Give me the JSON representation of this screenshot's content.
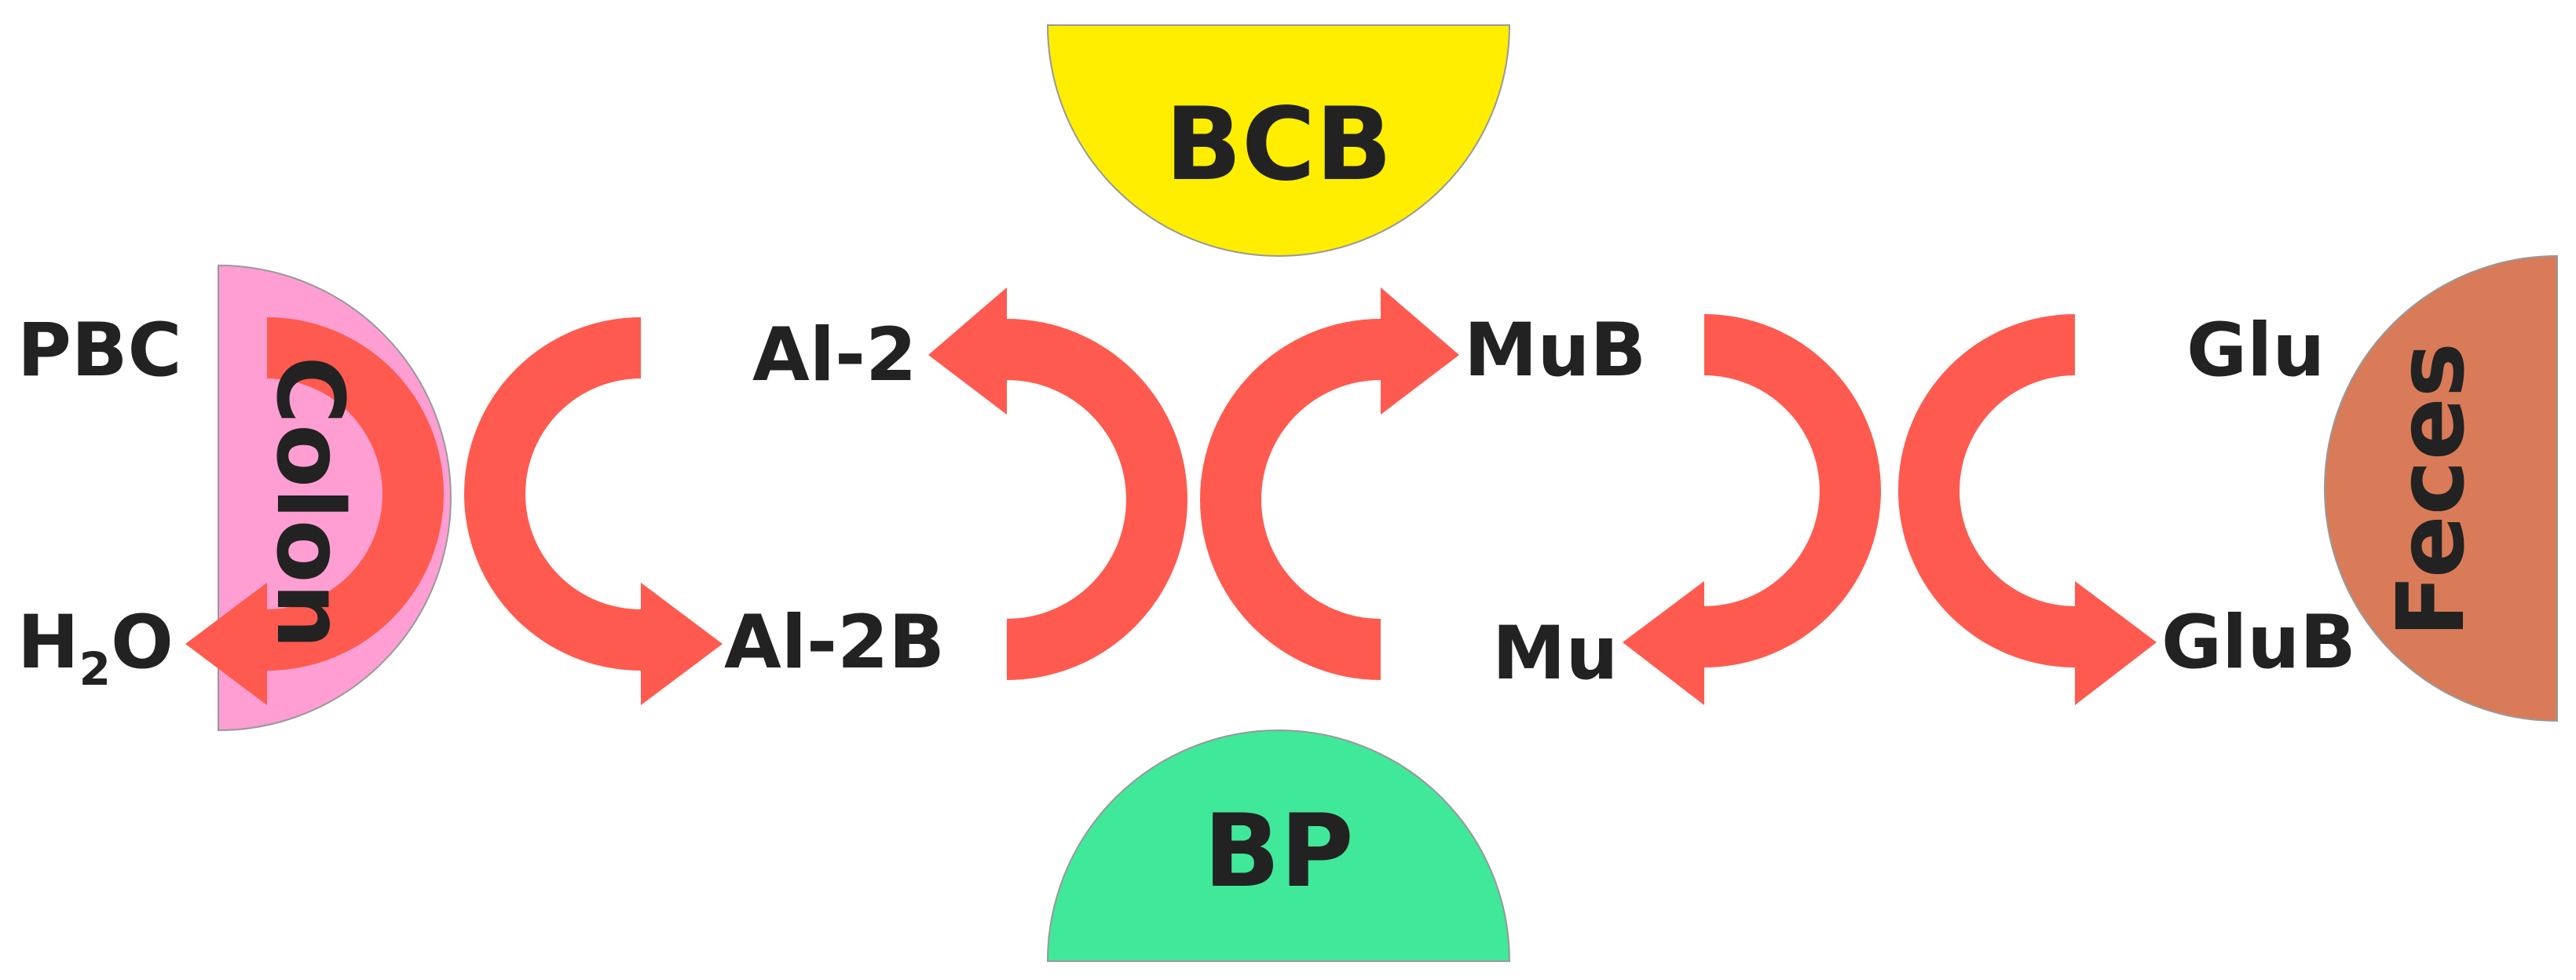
{
  "labels": {
    "bcb": "BCB",
    "bp": "BP",
    "colon": "Colon",
    "feces": "Feces",
    "pbc": "PBC",
    "h2o_main": "H",
    "h2o_sub": "2",
    "h2o_end": "O",
    "al2": "Al-2",
    "al2b": "Al-2B",
    "mub": "MuB",
    "mu": "Mu",
    "glu": "Glu",
    "glub": "GluB"
  },
  "colors": {
    "arrow": "#FF5A4F",
    "bcb": "#FFEE00",
    "bp": "#40E89A",
    "colon": "#FF9ED2",
    "feces": "#D97B58",
    "text": "#222222"
  }
}
